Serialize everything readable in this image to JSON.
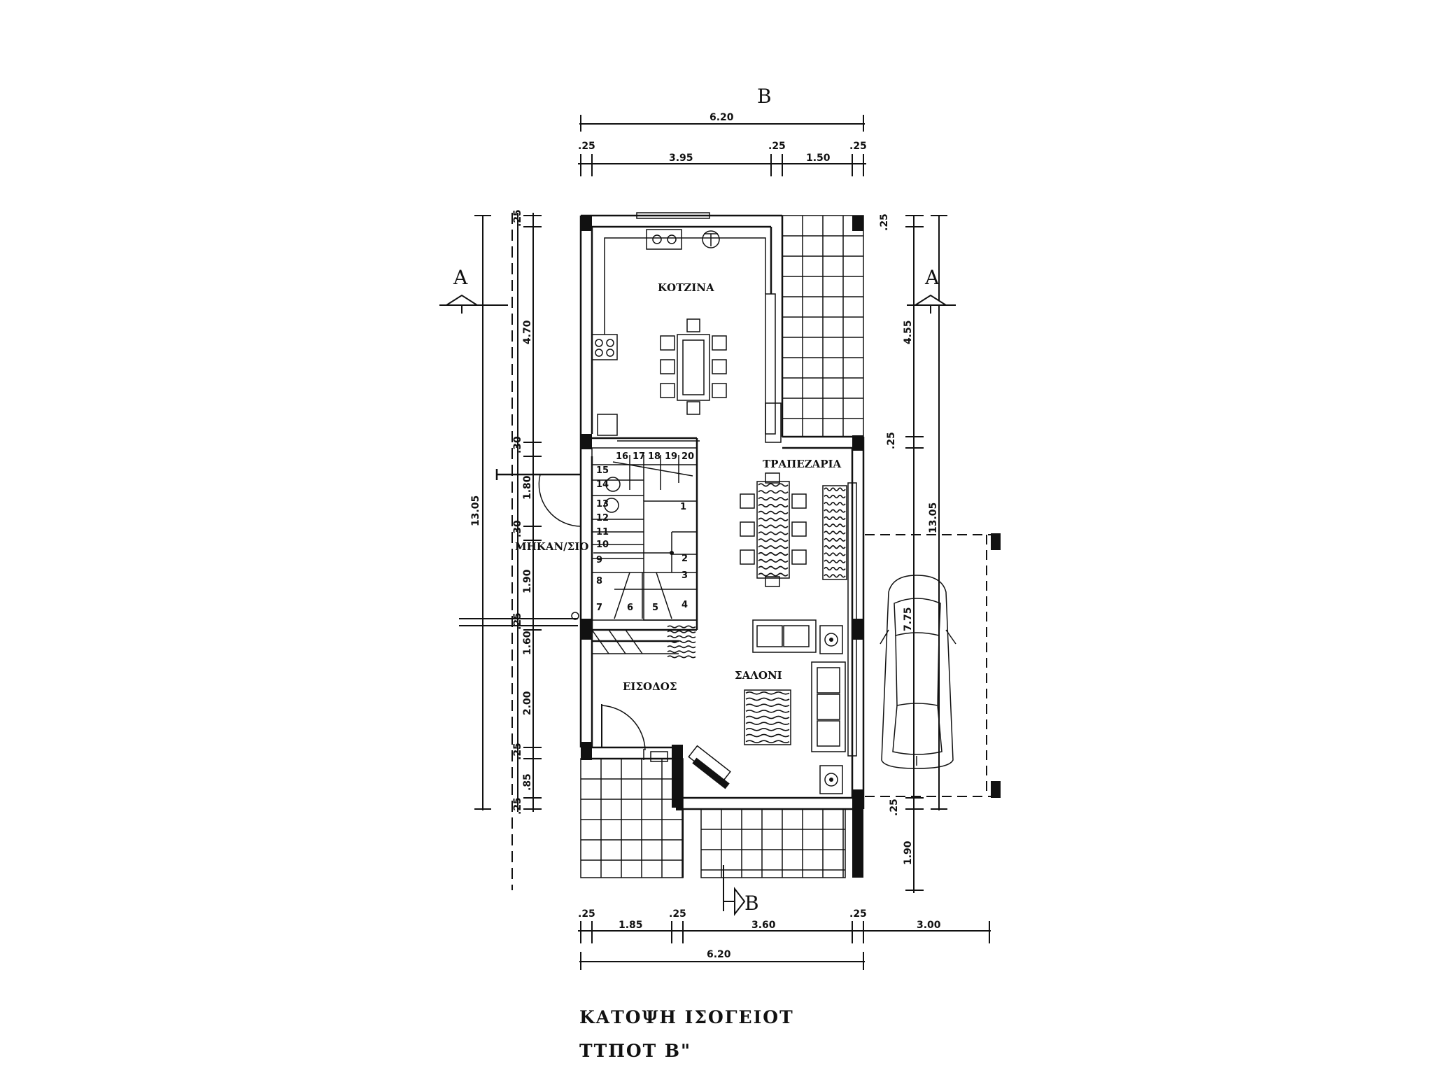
{
  "title": {
    "line1": "ΚΑΤΟΨΗ ΙΣΟΓΕΙΟΤ",
    "line2": "ΤΤΠΟΤ Β\""
  },
  "section_marks": {
    "a_left": "A",
    "a_right": "A",
    "b_top": "B",
    "b_bottom": "B"
  },
  "rooms": {
    "kitchen": "ΚΟΤΖΙΝΑ",
    "dining": "ΤΡΑΠΕΖΑΡΙΑ",
    "living": "ΣΑΛΟΝΙ",
    "entrance": "ΕΙΣΟΔΟΣ",
    "mechanical": "ΜΗΚΑΝ/ΣΙΟ"
  },
  "dimensions": {
    "top_total": "6.20",
    "top_wall_left": ".25",
    "top_kitchen": "3.95",
    "top_wall_mid": ".25",
    "top_terrace": "1.50",
    "top_wall_right": ".25",
    "bottom_wall_left": ".25",
    "bottom_porch": "1.85",
    "bottom_wall_mid": ".25",
    "bottom_living": "3.60",
    "bottom_wall_right": ".25",
    "bottom_carport": "3.00",
    "bottom_total": "6.20",
    "left_total": "13.05",
    "left_wall_top": ".25",
    "left_kitchen": "4.70",
    "left_wall_2": ".30",
    "left_door": "1.80",
    "left_wall_3": ".30",
    "left_mech": "1.90",
    "left_wall_4": ".25",
    "left_stair": "1.60",
    "left_entry": "2.00",
    "left_wall_5": ".25",
    "left_porch": ".85",
    "left_wall_6": ".25",
    "right_total": "13.05",
    "right_wall_top": ".25",
    "right_terrace": "4.55",
    "right_wall_mid": ".25",
    "right_wall_low": ".25",
    "right_porch": "1.90",
    "carport_length": "7.75"
  },
  "stair_steps": [
    "1",
    "2",
    "3",
    "4",
    "5",
    "6",
    "7",
    "8",
    "9",
    "10",
    "11",
    "12",
    "13",
    "14",
    "15",
    "16",
    "17",
    "18",
    "19",
    "20"
  ]
}
